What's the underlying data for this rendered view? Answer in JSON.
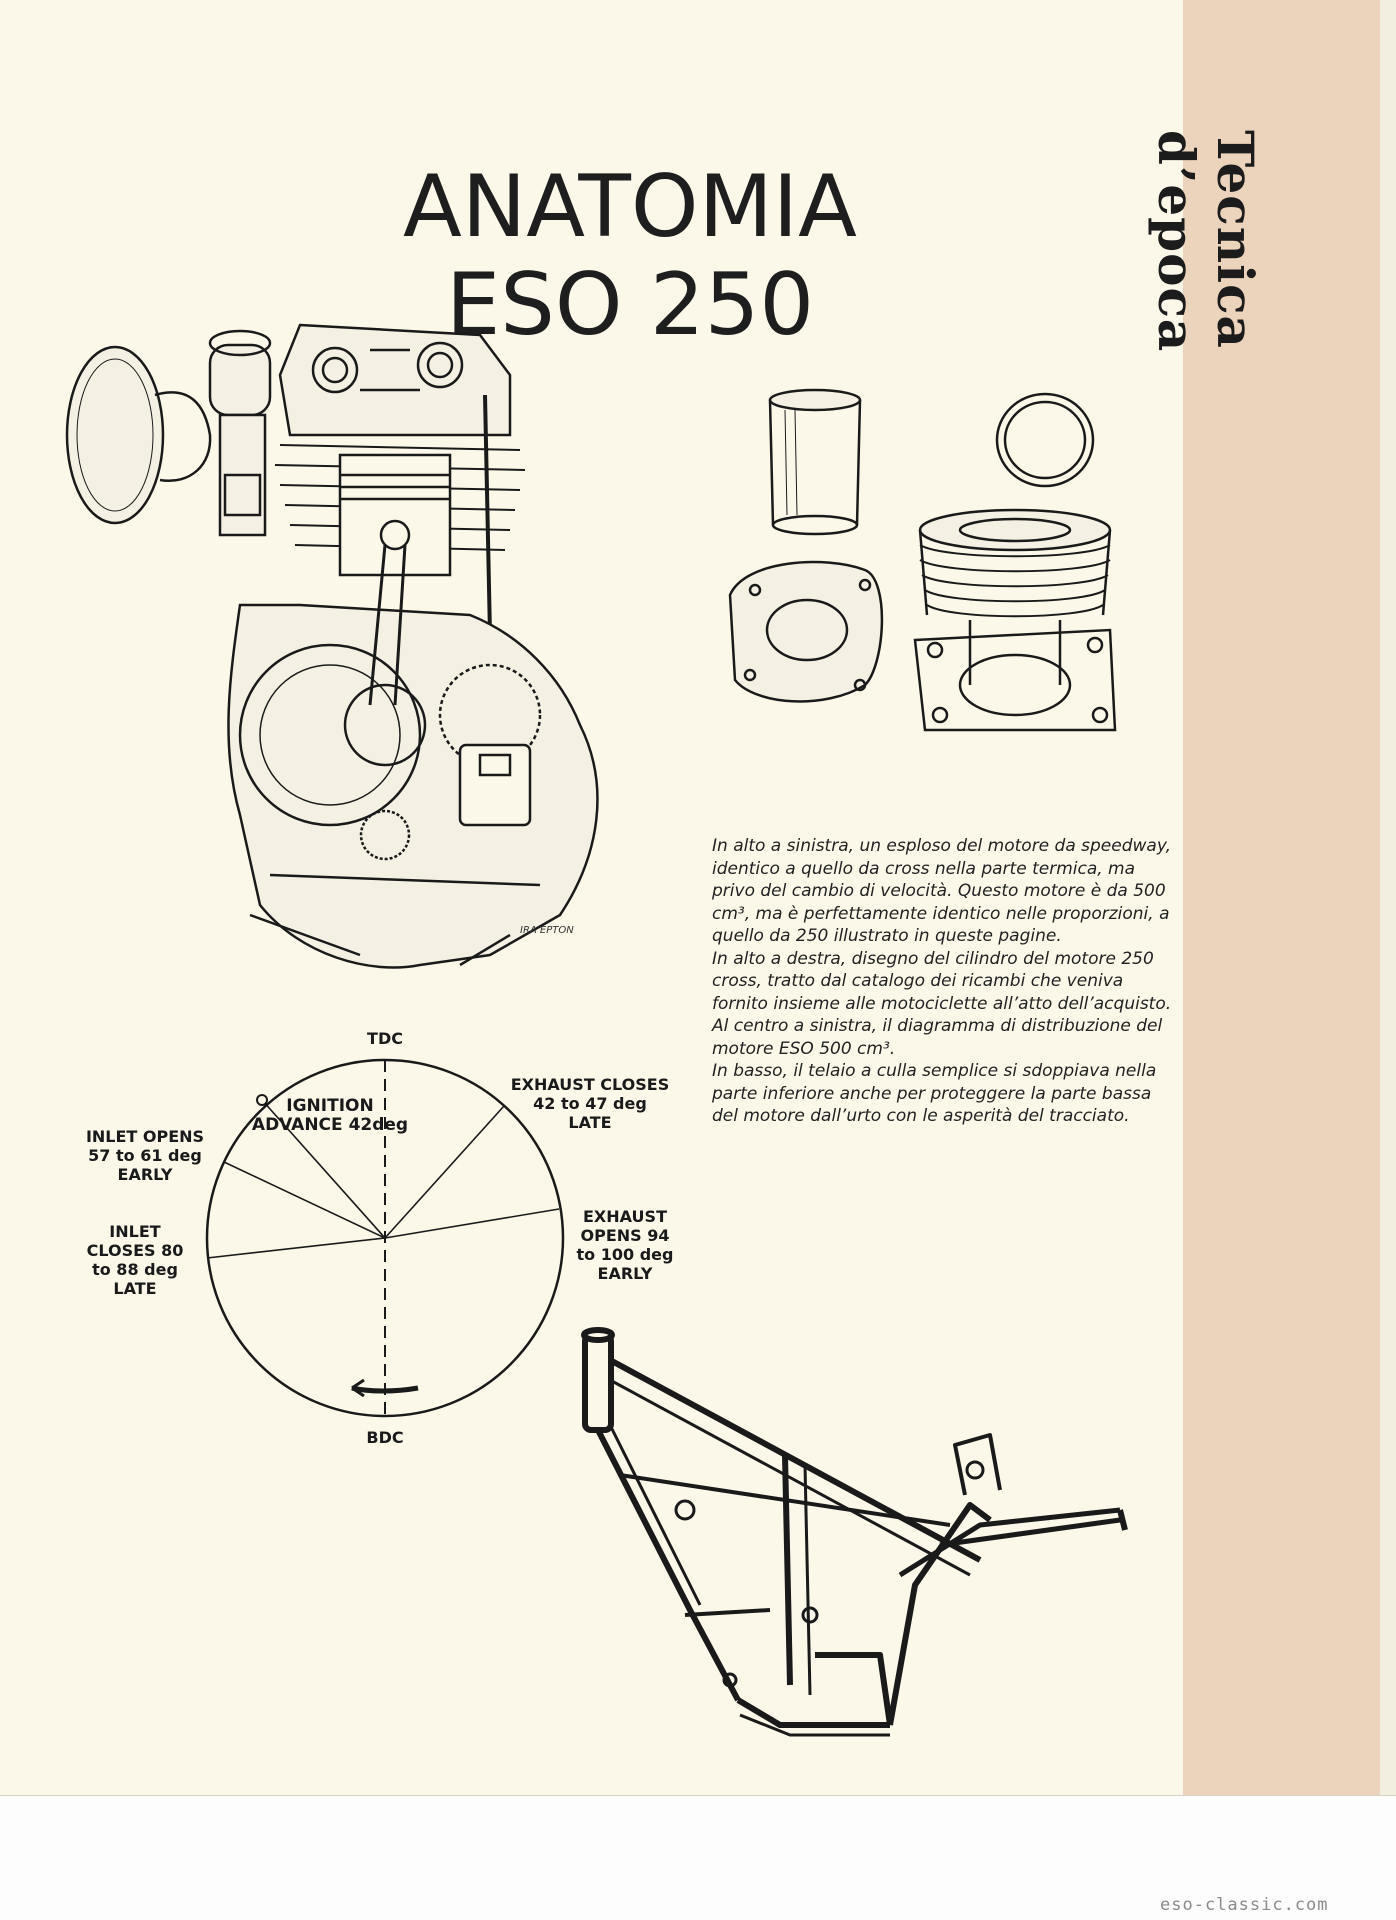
{
  "title_lines": [
    "ANATOMIA",
    "ESO 250"
  ],
  "sidebar_title": "Tecnica d’epoca",
  "artist_signature": "IRA EPTON",
  "caption": [
    "In alto a sinistra, un esploso del motore da speedway, identico a quello da cross nella parte termica, ma privo del cambio di velocità. Questo motore è da 500 cm³, ma è perfettamente identico nelle proporzioni, a quello da 250 illustrato in queste pagine.",
    "In alto a destra, disegno del cilindro del motore 250 cross, tratto dal catalogo dei ricambi che veniva fornito insieme alle motociclette all’atto dell’acquisto.",
    "Al centro a sinistra, il diagramma di distribuzione del motore ESO 500 cm³.",
    "In basso, il telaio a culla semplice si sdoppiava nella parte inferiore anche per proteggere la parte bassa del motore dall’urto con le asperità del tracciato."
  ],
  "timing_diagram": {
    "tdc": "TDC",
    "bdc": "BDC",
    "ignition": [
      "IGNITION",
      "ADVANCE 42deg"
    ],
    "exhaust_closes": [
      "EXHAUST CLOSES",
      "42 to 47 deg",
      "LATE"
    ],
    "inlet_opens": [
      "INLET OPENS",
      "57 to 61 deg",
      "EARLY"
    ],
    "exhaust_opens": [
      "EXHAUST",
      "OPENS 94",
      "to 100 deg",
      "EARLY"
    ],
    "inlet_closes": [
      "INLET",
      "CLOSES 80",
      "to 88 deg",
      "LATE"
    ]
  },
  "footer_url": "eso-classic.com",
  "colors": {
    "page": "#fbf8ea",
    "sidebar": "#ecd3bc",
    "ink": "#1a1a1a"
  }
}
